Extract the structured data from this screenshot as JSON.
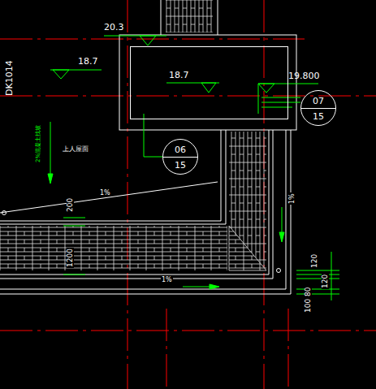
{
  "diagram": {
    "nodes": [
      {
        "text": [
          "18.7"
        ]
      },
      {
        "text": [
          "07",
          "15"
        ]
      },
      {
        "text": [
          "06",
          "15"
        ]
      }
    ],
    "labels": [
      "20.3",
      "18.7",
      "19.800",
      "DK1014",
      "上人屋面",
      "2%混凝土找坡",
      "1%",
      "200",
      "1200",
      "1%",
      "1%",
      "120",
      "120",
      "80",
      "100"
    ]
  }
}
